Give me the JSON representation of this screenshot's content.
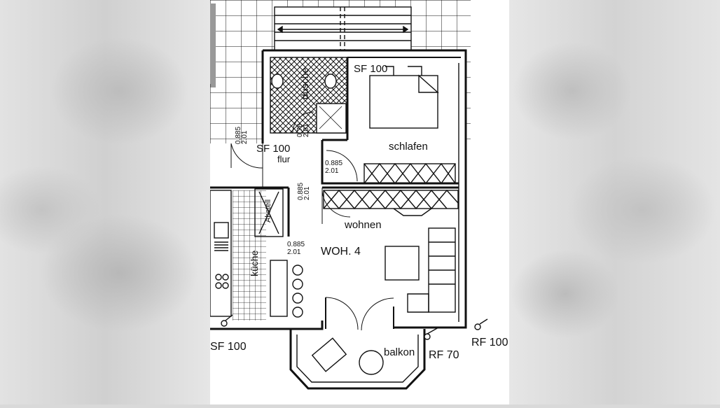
{
  "labels": {
    "sf_top": "SF 100",
    "dusche": "dusche",
    "schlafen": "schlafen",
    "sf_flur": "SF 100",
    "flur": "flur",
    "dim_1": "0.885",
    "dim_1b": "2.01",
    "dim_2": "0.76",
    "dim_2b": "2.01",
    "dim_3": "0.885",
    "dim_3b": "2.01",
    "dim_4": "0.885",
    "dim_4b": "2.01",
    "dim_5": "0.885",
    "dim_5b": "2.01",
    "abstell": "Abstell",
    "wohnen": "wohnen",
    "woh": "WOH. 4",
    "kueche": "küche",
    "balkon": "balkon",
    "sf_bottom": "SF 100",
    "rf70": "RF 70",
    "rf100": "RF 100"
  },
  "colors": {
    "ink": "#111111",
    "paper": "#ffffff",
    "backdrop": "#d9d9d9"
  }
}
